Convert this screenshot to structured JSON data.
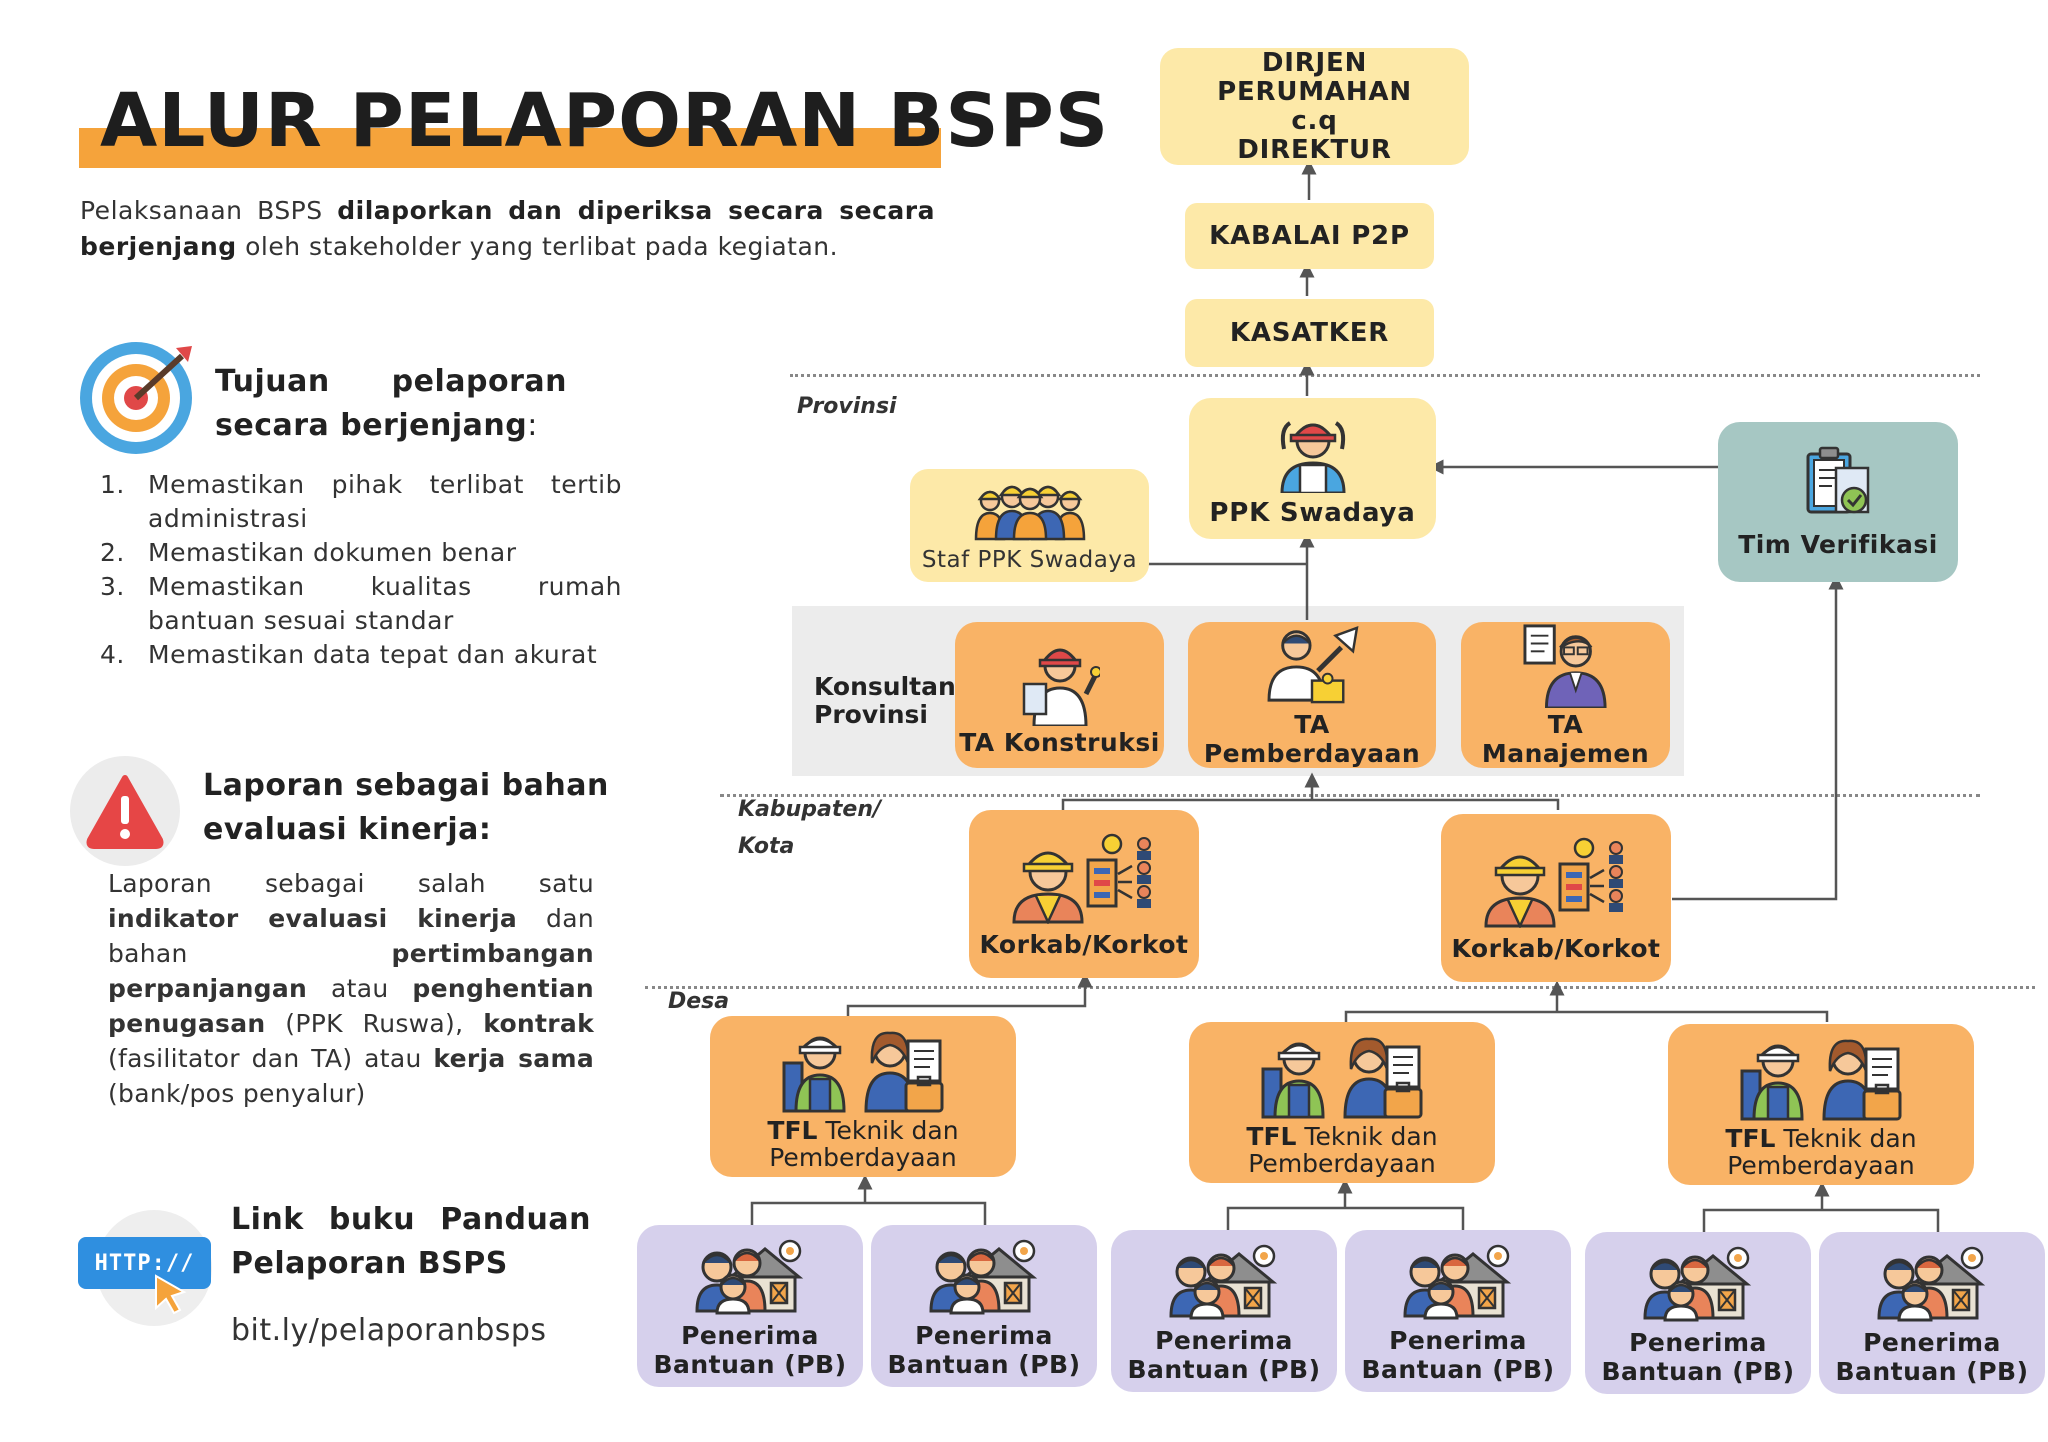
{
  "header": {
    "title": "ALUR PELAPORAN BSPS",
    "intro_1": "Pelaksanaan BSPS ",
    "intro_bold_1": "dilaporkan dan diperiksa secara secara berjenjang",
    "intro_2": " oleh stakeholder yang terlibat pada kegiatan."
  },
  "goals": {
    "title_word_1": "Tujuan",
    "title_word_2": "pelaporan",
    "title_line_2": "secara berjenjang",
    "title_suffix": ":",
    "items": [
      {
        "num": "1.",
        "text": "Memastikan pihak terlibat tertib administrasi"
      },
      {
        "num": "2.",
        "text": "Memastikan dokumen benar"
      },
      {
        "num": "3.",
        "text": "Memastikan kualitas rumah bantuan sesuai standar"
      },
      {
        "num": "4.",
        "text": "Memastikan data tepat dan akurat"
      }
    ]
  },
  "evaluation": {
    "title_line_1": "Laporan sebagai bahan",
    "title_line_2": "evaluasi kinerja:",
    "t1": "Laporan sebagai salah satu ",
    "b1": "indikator evaluasi kinerja",
    "t2": " dan bahan ",
    "b2": "pertimbangan perpanjangan",
    "t3": " atau ",
    "b3": "penghentian penugasan",
    "t4": " (PPK Ruswa), ",
    "b4": "kontrak",
    "t5": " (fasilitator dan TA) atau ",
    "b5": "kerja sama",
    "t6": " (bank/pos penyalur)"
  },
  "link": {
    "icon_text": "HTTP://",
    "title_word_1": "Link",
    "title_word_2": "buku",
    "title_word_3": "Panduan",
    "title_line_2": "Pelaporan BSPS",
    "url": "bit.ly/pelaporanbsps"
  },
  "regions": {
    "provinsi": "Provinsi",
    "kabupaten_1": "Kabupaten/",
    "kabupaten_2": "Kota",
    "desa": "Desa"
  },
  "nodes": {
    "dirjen_1": "DIRJEN  PERUMAHAN",
    "dirjen_2": "c.q",
    "dirjen_3": "DIREKTUR",
    "kabalai": "KABALAI P2P",
    "kasatker": "KASATKER",
    "ppk": "PPK Swadaya",
    "staf_ppk": "Staf PPK Swadaya",
    "tim_verifikasi": "Tim Verifikasi",
    "konsultan_1": "Konsultan",
    "konsultan_2": "Provinsi",
    "ta_konstruksi": "TA Konstruksi",
    "ta_pemberdayaan": "TA Pemberdayaan",
    "ta_manajemen": "TA Manajemen",
    "korkab": "Korkab/Korkot",
    "tfl_bold": "TFL",
    "tfl_rest": " Teknik dan",
    "tfl_line2": "Pemberdayaan",
    "pb_1": "Penerima",
    "pb_2": "Bantuan (PB)"
  },
  "colors": {
    "accent_orange": "#f5a33b",
    "node_yellow": "#fde9a8",
    "node_orange": "#f9b366",
    "node_purple": "#d6d0ec",
    "node_teal": "#a6c7c3"
  }
}
